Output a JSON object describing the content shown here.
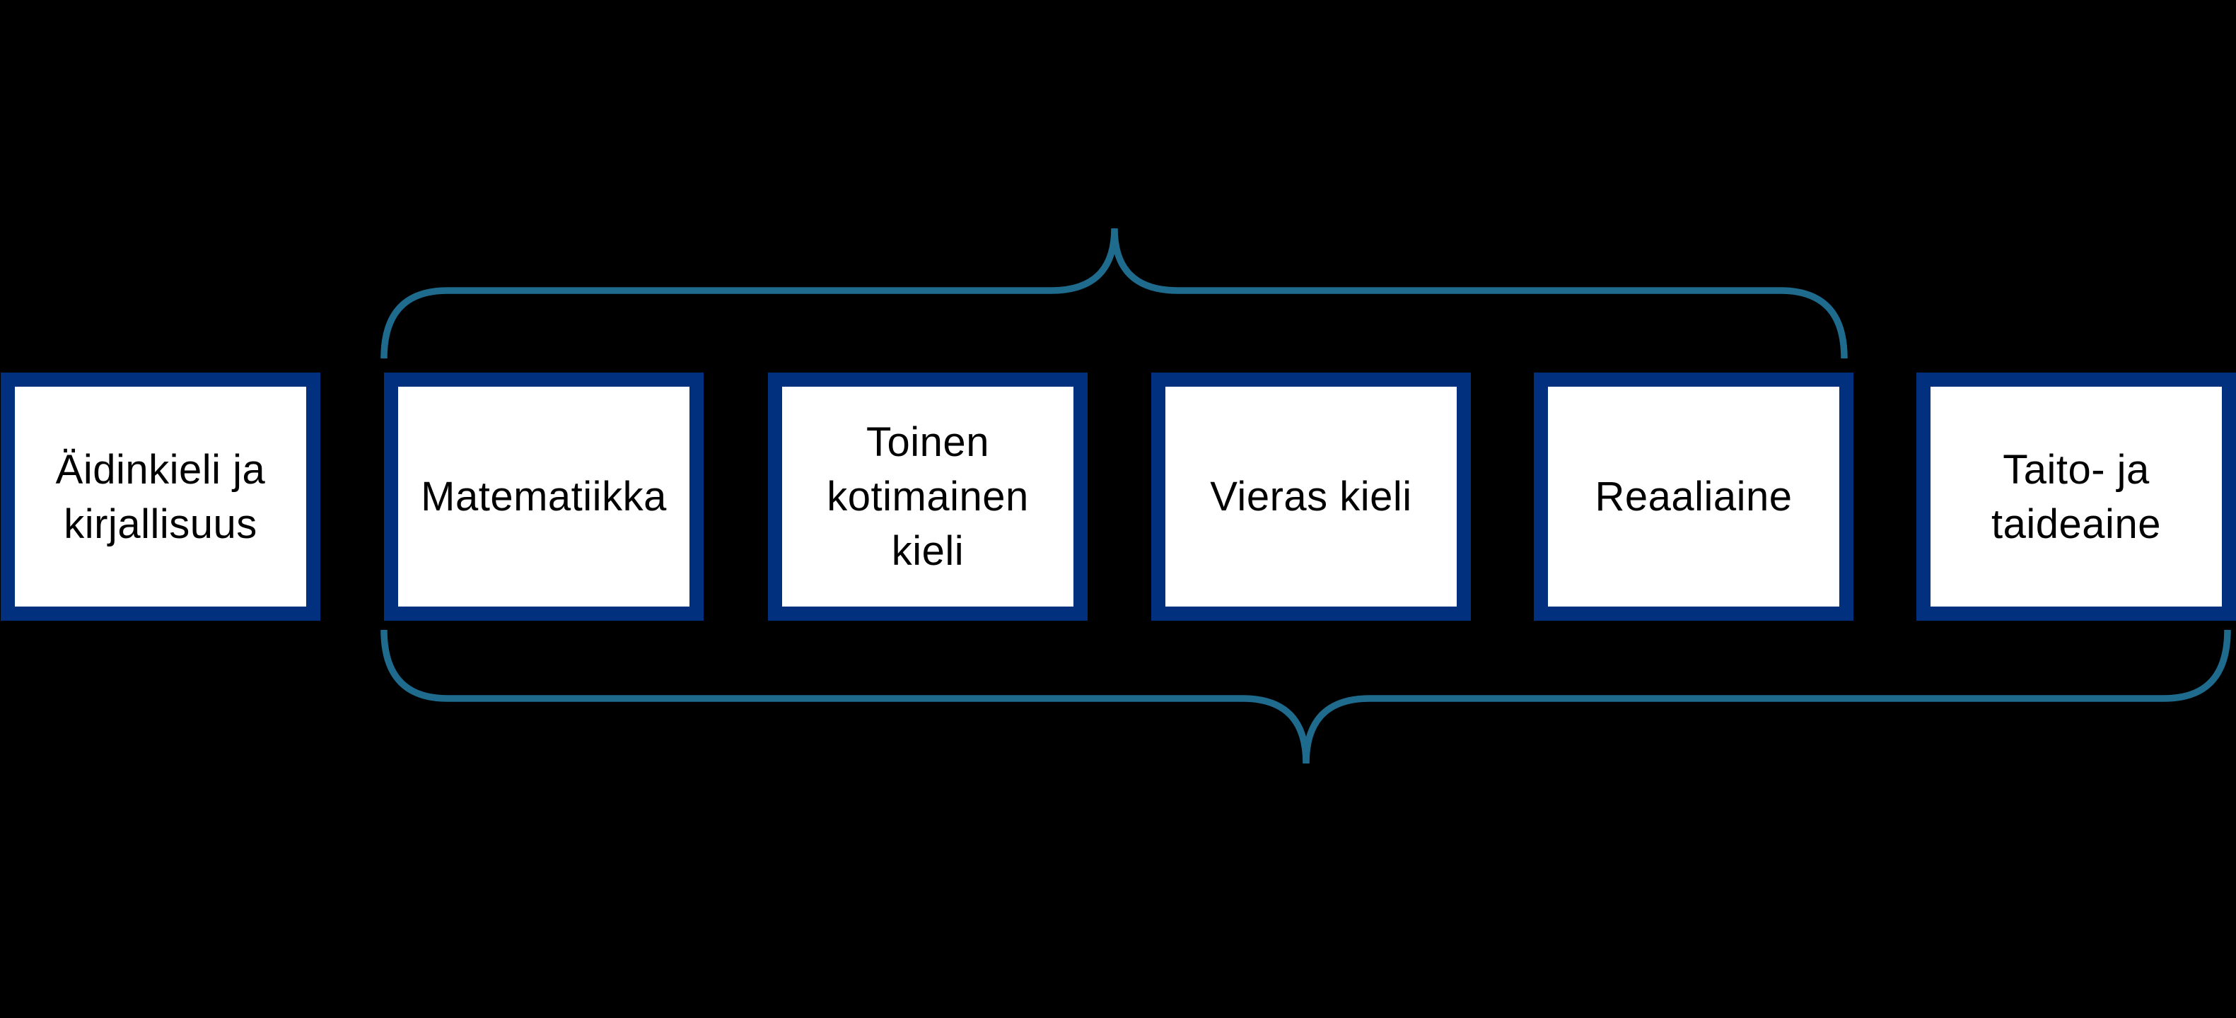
{
  "theme": {
    "background-color": "#000000",
    "box-border-color": "#00307E",
    "box-fill-color": "#FFFFFF",
    "box-text-color": "#000000",
    "brace-color": "#1E6B8E"
  },
  "boxes": [
    {
      "label": "Äidinkieli ja kirjallisuus",
      "lines": [
        "Äidinkieli ja",
        "kirjallisuus"
      ]
    },
    {
      "label": "Matematiikka",
      "lines": [
        "Matematiikka"
      ]
    },
    {
      "label": "Toinen kotimainen kieli",
      "lines": [
        "Toinen",
        "kotimainen",
        "kieli"
      ]
    },
    {
      "label": "Vieras kieli",
      "lines": [
        "Vieras kieli"
      ]
    },
    {
      "label": "Reaaliaine",
      "lines": [
        "Reaaliaine"
      ]
    },
    {
      "label": "Taito- ja taideaine",
      "lines": [
        "Taito- ja",
        "taideaine"
      ]
    }
  ],
  "braces": [
    {
      "id": "top",
      "direction": "up",
      "spans": "Matematiikka – Reaaliaine"
    },
    {
      "id": "bottom",
      "direction": "down",
      "spans": "Matematiikka – Taito- ja taideaine"
    }
  ]
}
